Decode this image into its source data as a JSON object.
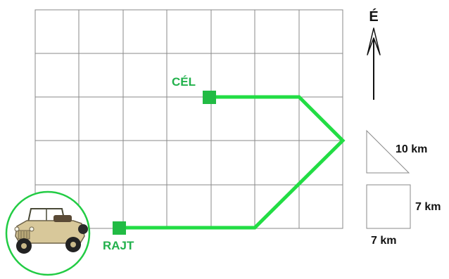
{
  "labels": {
    "start": "RAJT",
    "goal": "CÉL",
    "north": "É",
    "triangle_side": "10 km",
    "square_side_right": "7 km",
    "square_side_bottom": "7 km"
  },
  "grid": {
    "columns": 7,
    "rows": 5
  },
  "colors": {
    "path": "#22dd44",
    "marker": "#22bb44",
    "label": "#22b14c",
    "grid": "#8a8a8a"
  },
  "icons": {
    "vehicle": "jeep-icon",
    "north_arrow": "north-arrow-icon"
  }
}
